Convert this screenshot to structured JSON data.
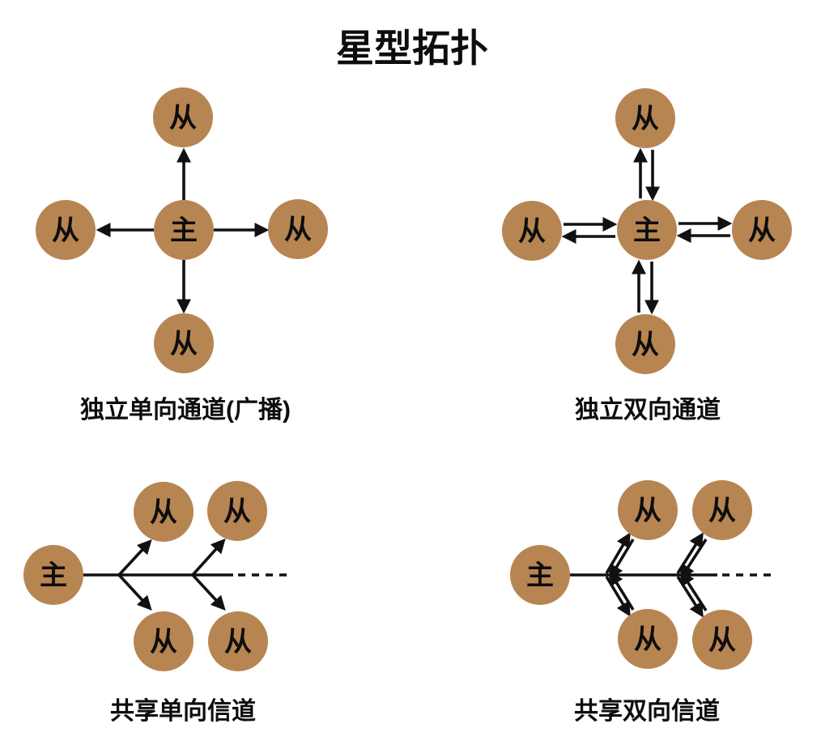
{
  "title": "星型拓扑",
  "node_labels": {
    "master": "主",
    "slave": "从"
  },
  "colors": {
    "node_fill": "#b78552",
    "stroke": "#111111",
    "text": "#0d0d0d",
    "background": "#ffffff"
  },
  "diagrams": {
    "top_left": {
      "caption": "独立单向通道(广播)"
    },
    "top_right": {
      "caption": "独立双向通道"
    },
    "bottom_left": {
      "caption": "共享单向信道"
    },
    "bottom_right": {
      "caption": "共享双向信道"
    }
  }
}
